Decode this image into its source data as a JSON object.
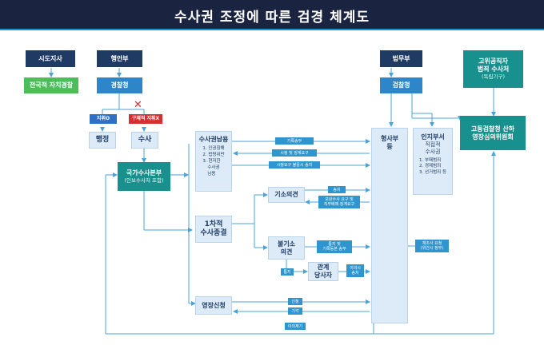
{
  "title": "수사권 조정에 따른 검경 체계도",
  "nodes": {
    "sido": "시도지사",
    "autonomous_police": "전국적 자치경찰",
    "moia": "행안부",
    "police": "경찰청",
    "tag_admin": "지휘O",
    "tag_nocmd": "구체적 지휘X",
    "admin": "행정",
    "investigation": "수사",
    "nib": "국가수사본부",
    "nib_sub": "(인보수사처 포함)",
    "moj": "법무부",
    "prosecution": "검찰청",
    "cio_line1": "고위공직자",
    "cio_line2": "범죄 수사처",
    "cio_sub": "(독립기구)",
    "highcourt_line1": "고등검찰청 산하",
    "highcourt_line2": "영장심의위원회",
    "invest_abuse": "수사권남용",
    "invest_abuse_list": [
      "1. 인권침해",
      "2. 법령위반",
      "3. 현저한",
      "수사권",
      "남용"
    ],
    "first_line1": "1차적",
    "first_line2": "수사종결",
    "indict": "기소의견",
    "nonindict_line1": "불기소",
    "nonindict_line2": "의견",
    "related_line1": "관계",
    "related_line2": "당사자",
    "warrant": "영장신청",
    "criminal_dept_line1": "형사부",
    "criminal_dept_line2": "등",
    "recog_line1": "인지부서",
    "recog_sub1": "직접적",
    "recog_sub2": "수사권",
    "recog_list": [
      "1. 부패범죄",
      "2. 경제범죄",
      "3. 선거범죄 등"
    ]
  },
  "edge_labels": {
    "record_send": "기록송부",
    "correction_req": "시정 및 징계요구",
    "correction_noncompliance": "시정요구 불응시 송치",
    "indict_send": "송치",
    "supp_req_line1": "보완수사 요구 및",
    "supp_req_line2": "직무배제·징계요구",
    "notify_record_line1": "통지 및",
    "notify_record_line2": "기록등본 송부",
    "notify": "통지",
    "objection_line1": "이의시",
    "objection_line2": "송치",
    "reinvest_line1": "재조사 요청",
    "reinvest_line2": "(위건시 정부)",
    "apply": "신청",
    "reject": "기각",
    "appeal": "이의제기"
  },
  "colors": {
    "title_bg": "#1a2340",
    "navy": "#1f3b63",
    "blue": "#2e86c8",
    "green": "#4dbd5b",
    "teal": "#17908e",
    "light_blue": "#dcebf7",
    "red": "#d2312f"
  }
}
